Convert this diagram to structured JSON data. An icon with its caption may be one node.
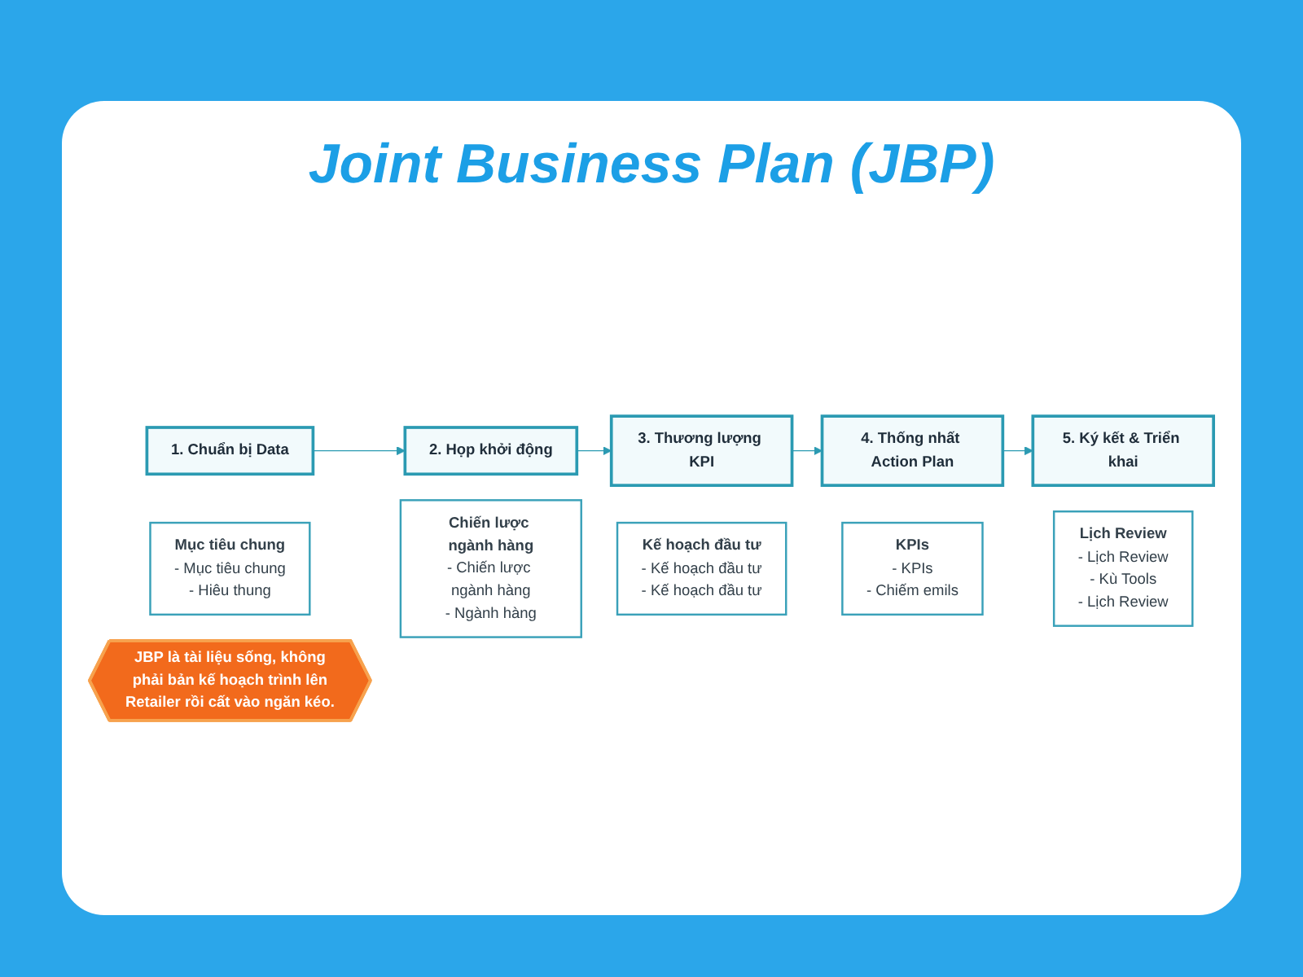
{
  "diagram": {
    "title": "Joint Business Plan (JBP)",
    "nodes": [
      {
        "text": [
          "1. Chuẩn bị Data"
        ]
      },
      {
        "text": [
          "2. Họp khởi động"
        ]
      },
      {
        "text": [
          "3. Thương lượng KPI"
        ]
      },
      {
        "text": [
          "4. Thống nhất Action Plan"
        ]
      },
      {
        "text": [
          "5. Ký kết & Triển khai"
        ]
      },
      {
        "text": [
          "Mục tiêu chung",
          "- Mục tiêu chung",
          "- Hiêu thung"
        ]
      },
      {
        "text": [
          "Chiến lược ngành hàng",
          "- Chiến lược ngành hàng",
          "- Ngành hàng"
        ]
      },
      {
        "text": [
          "Kế hoạch đầu tư",
          "- Kế hoạch đầu tư",
          "- Kế hoạch đầu tư"
        ]
      },
      {
        "text": [
          "KPIs",
          "- KPIs",
          "- Chiếm emils"
        ]
      },
      {
        "text": [
          "Lịch Review",
          "- Lịch Review",
          "- Kù Tools",
          "- Lịch Review"
        ]
      },
      {
        "text": [
          "JBP là tài liệu sống, không phải bản kế hoạch trình lên Retailer rồi cất vào ngăn kéo."
        ]
      }
    ],
    "edges": [
      {
        "from": 0,
        "to": 1,
        "arrow": "to"
      },
      {
        "from": 1,
        "to": 2,
        "arrow": "to"
      },
      {
        "from": 2,
        "to": 3,
        "arrow": "to"
      },
      {
        "from": 3,
        "to": 4,
        "arrow": "to"
      }
    ]
  }
}
